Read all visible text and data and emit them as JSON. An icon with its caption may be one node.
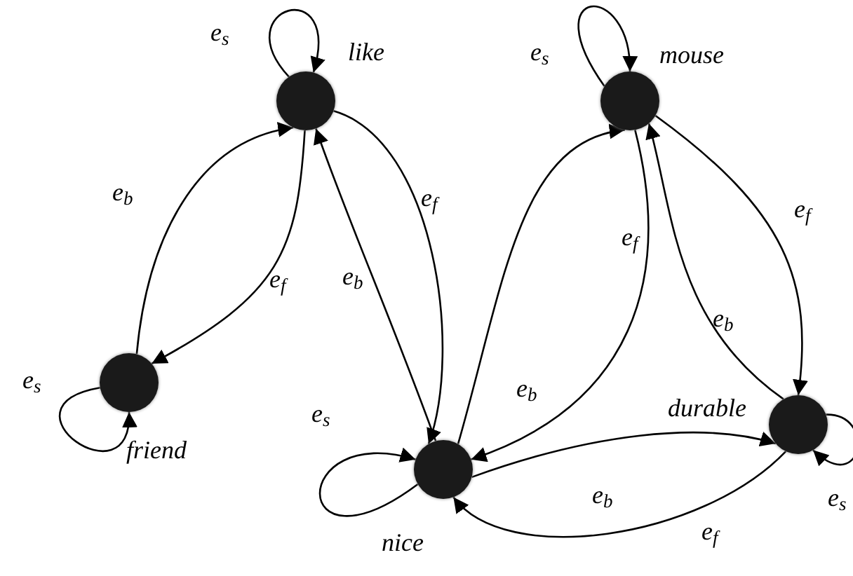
{
  "diagram": {
    "nodes": [
      {
        "text": [],
        "shape": "circle",
        "beside": [
          "like"
        ]
      },
      {
        "text": [],
        "shape": "circle",
        "beside": [
          "mouse"
        ]
      },
      {
        "text": [],
        "shape": "circle",
        "beside": [
          "friend"
        ]
      },
      {
        "text": [],
        "shape": "circle",
        "beside": [
          "nice"
        ]
      },
      {
        "text": [],
        "shape": "circle",
        "beside": [
          "durable"
        ]
      }
    ],
    "edges": [
      {
        "from": 0,
        "to": 0,
        "arrow": "to",
        "label": "e$_{s}$"
      },
      {
        "from": 2,
        "to": 2,
        "arrow": "to",
        "label": "e$_{s}$"
      },
      {
        "from": 2,
        "to": 0,
        "arrow": "to",
        "label": "e$_{b}$"
      },
      {
        "from": 0,
        "to": 2,
        "arrow": "to",
        "label": "e$_{f}$"
      },
      {
        "from": 0,
        "to": 3,
        "arrow": "to",
        "label": "e$_{f}$"
      },
      {
        "from": 3,
        "to": 0,
        "arrow": "to",
        "label": "e$_{b}$"
      },
      {
        "from": 3,
        "to": 3,
        "arrow": "to",
        "label": "e$_{s}$"
      },
      {
        "from": 3,
        "to": 1,
        "arrow": "to",
        "label": "e$_{b}$"
      },
      {
        "from": 1,
        "to": 3,
        "arrow": "to",
        "label": "e$_{f}$"
      },
      {
        "from": 1,
        "to": 1,
        "arrow": "to",
        "label": "e$_{s}$"
      },
      {
        "from": 1,
        "to": 4,
        "arrow": "to",
        "label": "e$_{f}$"
      },
      {
        "from": 4,
        "to": 1,
        "arrow": "to",
        "label": "e$_{b}$"
      },
      {
        "from": 3,
        "to": 4,
        "arrow": "to",
        "label": "e$_{b}$"
      },
      {
        "from": 4,
        "to": 3,
        "arrow": "to",
        "label": "e$_{f}$"
      },
      {
        "from": 4,
        "to": 4,
        "arrow": "to",
        "label": "e$_{s}$"
      }
    ]
  }
}
